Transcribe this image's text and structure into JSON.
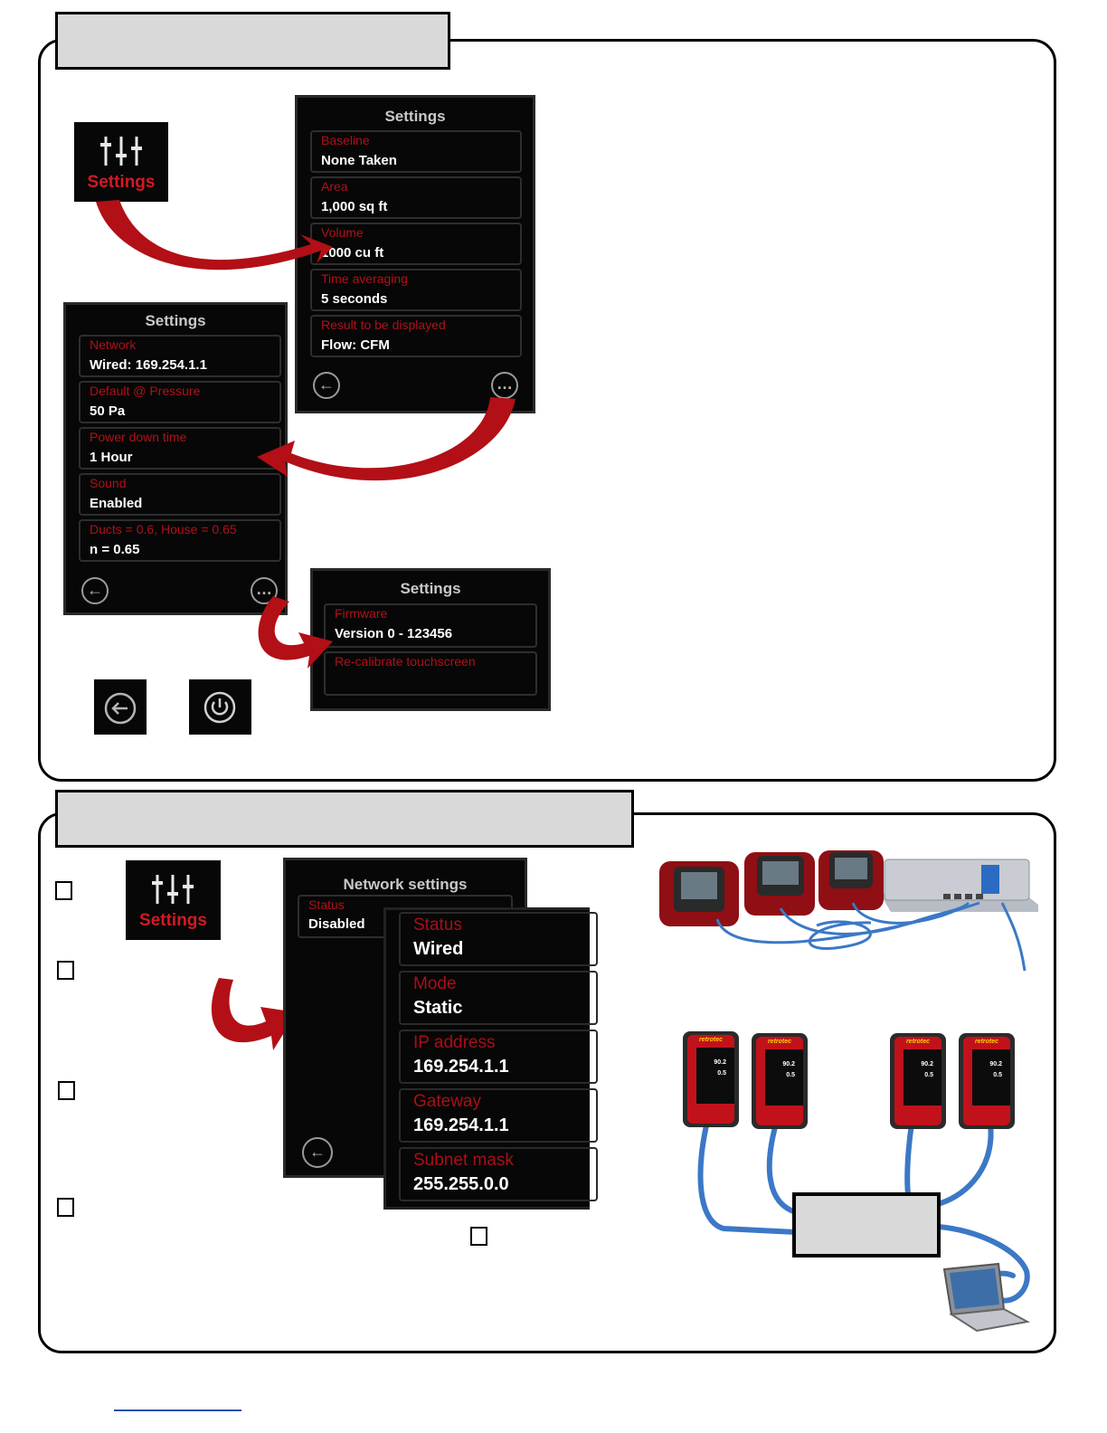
{
  "settings_tile_label": "Settings",
  "screen1": {
    "title": "Settings",
    "rows": [
      {
        "label": "Baseline",
        "value": "None Taken"
      },
      {
        "label": "Area",
        "value": "1,000 sq ft"
      },
      {
        "label": "Volume",
        "value": "1000 cu ft"
      },
      {
        "label": "Time averaging",
        "value": "5 seconds"
      },
      {
        "label": "Result to be displayed",
        "value": "Flow: CFM"
      }
    ],
    "more_glyph": "…"
  },
  "screen2": {
    "title": "Settings",
    "rows": [
      {
        "label": "Network",
        "value": "Wired: 169.254.1.1"
      },
      {
        "label": "Default @ Pressure",
        "value": "50 Pa"
      },
      {
        "label": "Power down time",
        "value": "1 Hour"
      },
      {
        "label": "Sound",
        "value": "Enabled"
      },
      {
        "label": "Ducts = 0.6, House = 0.65",
        "value": "n = 0.65"
      }
    ],
    "more_glyph": "…"
  },
  "screen3": {
    "title": "Settings",
    "rows": [
      {
        "label": "Firmware",
        "value": "Version 0 - 123456"
      },
      {
        "label": "Re-calibrate touchscreen",
        "value": ""
      }
    ]
  },
  "network_screen": {
    "title": "Network settings",
    "row": {
      "label": "Status",
      "value": "Disabled"
    }
  },
  "network_detail": {
    "rows": [
      {
        "label": "Status",
        "value": "Wired"
      },
      {
        "label": "Mode",
        "value": "Static"
      },
      {
        "label": "IP address",
        "value": "169.254.1.1"
      },
      {
        "label": "Gateway",
        "value": "169.254.1.1"
      },
      {
        "label": "Subnet mask",
        "value": "255.255.0.0"
      }
    ]
  },
  "device": {
    "brand": "retrotec",
    "reading1": "90.2",
    "reading2": "0.5"
  },
  "colors": {
    "arrow_red": "#b30f16",
    "label_red": "#b0101a",
    "cable_blue": "#3b78c6"
  }
}
